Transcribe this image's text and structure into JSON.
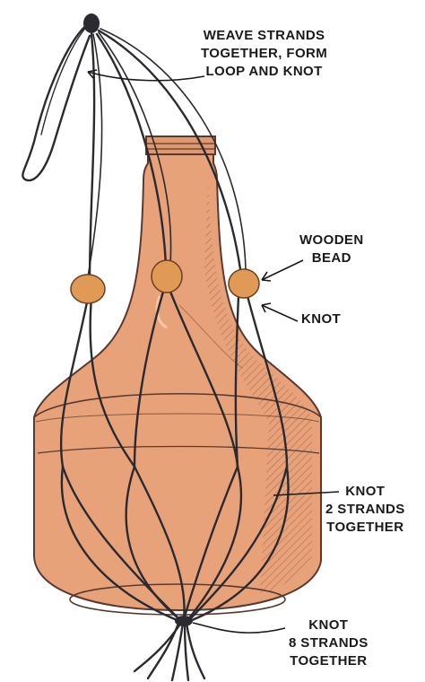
{
  "labels": {
    "weave": {
      "lines": [
        "WEAVE STRANDS",
        "TOGETHER, FORM",
        "LOOP AND KNOT"
      ]
    },
    "bead": {
      "lines": [
        "WOODEN",
        "BEAD"
      ]
    },
    "knot": {
      "lines": [
        "KNOT"
      ]
    },
    "knot2": {
      "lines": [
        "KNOT",
        "2 STRANDS",
        "TOGETHER"
      ]
    },
    "knot8": {
      "lines": [
        "KNOT",
        "8 STRANDS",
        "TOGETHER"
      ]
    }
  },
  "colors": {
    "bottle_fill": "#e8a27a",
    "bottle_shade": "#c97b55",
    "bottle_outline": "#5a3a30",
    "cord": "#2a2a30",
    "bead": "#e09a55",
    "ink": "#1a1a1a"
  }
}
